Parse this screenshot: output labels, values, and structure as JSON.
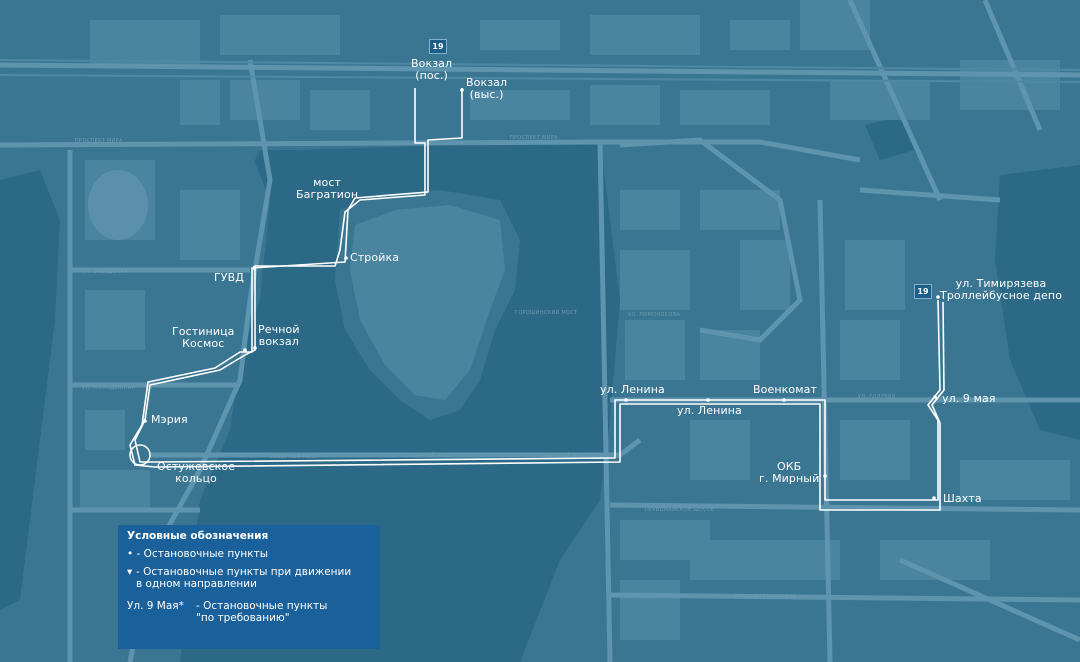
{
  "route_badges": [
    "19",
    "19"
  ],
  "stops": {
    "vokzal_pos": "Вокзал\n(пос.)",
    "vokzal_vys": "Вокзал\n(выс.)",
    "most_bagration": "мост\nБагратион",
    "stroyka": "Стройка",
    "guvd": "ГУВД",
    "gostinitsa": "Гостиница\nКосмос",
    "rechnoy": "Речной\nвокзал",
    "meriya": "Мэрия",
    "ostuzhevskoe": "Остужевское\nкольцо",
    "lenina_1": "ул. Ленина",
    "lenina_2": "ул. Ленина",
    "voenkomat": "Военкомат",
    "okb": "ОКБ\nг. Мирный",
    "timiryazeva": "ул. Тимирязева\nТроллейбусное депо",
    "may9": "ул. 9 мая",
    "shakhta": "Шахта"
  },
  "streets": [
    "ПРОСПЕКТ МИРА",
    "ПРОСПЕКТ МИРА",
    "ГОРОШИНСКИЙ МОСТ",
    "СЕВЕРНЫЙ МОСТ",
    "СЕВЕРНЫЙ МОСТ",
    "СЕВЕРНЫЙ МОСТ",
    "ПЕРВОМАЙСКОЕ ШОССЕ",
    "УЛ. ГОЛЕВАЯ",
    "УЛ. ЛОМОНОСОВА",
    "ПРОСПЕКТ ГАГАРИНА",
    "УЛ. МОЛОДЁЖНАЯ",
    "УЛ. ЗАВОДСКАЯ"
  ],
  "legend": {
    "title": "Условные обозначения",
    "stop_symbol": "•",
    "stop_text": "- Остановочные пункты",
    "oneway_symbol": "▾",
    "oneway_text": "- Остановочные пункты при движении\nв одном направлении",
    "request_example": "Ул. 9 Мая*",
    "request_text": "- Остановочные пункты\n\"по требованию\""
  },
  "colors": {
    "water": "#2c6987",
    "land": "#3a7692",
    "block": "#4a849f",
    "road": "#5e94ae",
    "route": "#ffffff",
    "legend_bg": "#1a609a"
  }
}
